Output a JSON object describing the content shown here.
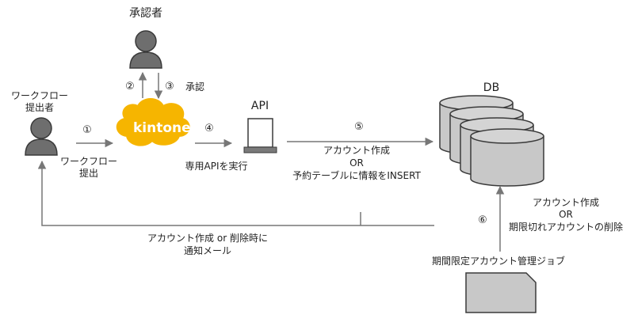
{
  "approver": {
    "label": "承認者"
  },
  "submitter": {
    "label_line1": "ワークフロー",
    "label_line2": "提出者"
  },
  "kintone": {
    "text": "kintone",
    "color": "#F6B500"
  },
  "api": {
    "label": "API"
  },
  "db": {
    "label": "DB"
  },
  "steps": {
    "s1": {
      "num": "①",
      "line1": "ワークフロー",
      "line2": "提出"
    },
    "s2": {
      "num": "②"
    },
    "s3": {
      "num": "③",
      "label": "承認"
    },
    "s4": {
      "num": "④",
      "label": "専用APIを実行"
    },
    "s5": {
      "num": "⑤",
      "line1": "アカウント作成",
      "line2": "OR",
      "line3": "予約テーブルに情報をINSERT"
    },
    "s6": {
      "num": "⑥",
      "line1": "アカウント作成",
      "line2": "OR",
      "line3": "期限切れアカウントの削除"
    }
  },
  "notify": {
    "line1": "アカウント作成 or 削除時に",
    "line2": "通知メール"
  },
  "job": {
    "label": "期間限定アカウント管理ジョブ"
  },
  "colors": {
    "person": "#6e6e6e",
    "person_outline": "#3a3a3a",
    "db_fill": "#c8c8c8",
    "arrow": "#777777"
  }
}
